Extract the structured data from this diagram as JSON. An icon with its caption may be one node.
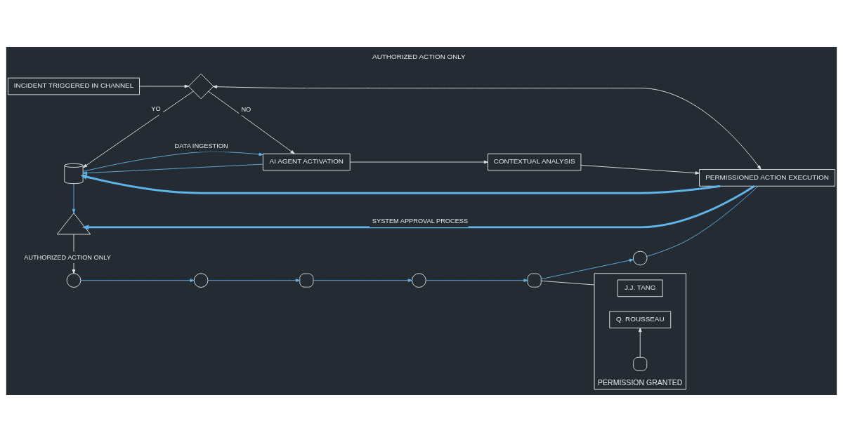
{
  "diagram": {
    "nodes": [
      {
        "text": [
          "INCIDENT TRIGGERED IN CHANNEL"
        ]
      },
      {
        "text": [],
        "shape": "diamond"
      },
      {
        "text": [
          "AI AGENT ACTIVATION"
        ]
      },
      {
        "text": [
          "CONTEXTUAL ANALYSIS"
        ]
      },
      {
        "text": [
          "PERMISSIONED ACTION EXECUTION"
        ]
      },
      {
        "text": [],
        "shape": "cylinder"
      },
      {
        "text": [],
        "shape": "circle"
      },
      {
        "text": [],
        "shape": "circle"
      },
      {
        "text": [],
        "shape": "picture"
      },
      {
        "text": [],
        "shape": "circle"
      },
      {
        "text": [],
        "shape": "picture"
      },
      {
        "text": [],
        "shape": "circle"
      },
      {
        "text": [],
        "shape": "triangle"
      },
      {
        "text": [
          "PERMISSION GRANTED"
        ]
      },
      {
        "text": [
          "J.J. TANG"
        ],
        "in": 13
      },
      {
        "text": [
          "Q. ROUSSEAU"
        ],
        "in": 13
      },
      {
        "text": [],
        "shape": "picture",
        "in": 13
      }
    ],
    "edges": [
      {
        "from": 0,
        "to": 1,
        "arrow": "to",
        "color": "#dde3e8"
      },
      {
        "from": 1,
        "to": 2,
        "arrow": "to",
        "label": "NO",
        "color": "#dde3e8"
      },
      {
        "from": 1,
        "to": 5,
        "arrow": "to",
        "label": "YO",
        "color": "#dde3e8"
      },
      {
        "from": 2,
        "to": 3,
        "arrow": "to",
        "color": "#dde3e8"
      },
      {
        "from": 3,
        "to": 4,
        "arrow": "to",
        "color": "#dde3e8"
      },
      {
        "from": 1,
        "to": 4,
        "arrow": "both",
        "color": "#dde3e8"
      },
      {
        "from": 2,
        "to": 5,
        "arrow": "to"
      },
      {
        "from": 5,
        "to": 2,
        "arrow": "to",
        "label": "DATA INGESTION"
      },
      {
        "from": 6,
        "to": 7,
        "arrow": "to"
      },
      {
        "from": 7,
        "to": 8,
        "arrow": "to"
      },
      {
        "from": 8,
        "to": 9,
        "arrow": "to"
      },
      {
        "from": 9,
        "to": 10,
        "arrow": "to"
      },
      {
        "from": 10,
        "to": 11,
        "arrow": "to"
      },
      {
        "from": 11,
        "to": 4,
        "arrow": "none"
      },
      {
        "from": 4,
        "to": 12,
        "arrow": "to",
        "label": "SYSTEM APPROVAL PROCESS",
        "style": "thick"
      },
      {
        "from": 12,
        "to": 6,
        "arrow": "to",
        "label": "AUTHORIZED ACTION ONLY",
        "color": "#dde3e8"
      },
      {
        "from": 5,
        "to": 12,
        "arrow": "to"
      },
      {
        "from": 4,
        "to": 5,
        "arrow": "to",
        "style": "thick"
      },
      {
        "from": 10,
        "to": 13,
        "arrow": "none",
        "color": "#dde3e8"
      },
      {
        "from": 16,
        "to": 15,
        "arrow": "to",
        "color": "#dde3e8"
      }
    ],
    "labels": [
      "AUTHORIZED ACTION ONLY"
    ]
  }
}
